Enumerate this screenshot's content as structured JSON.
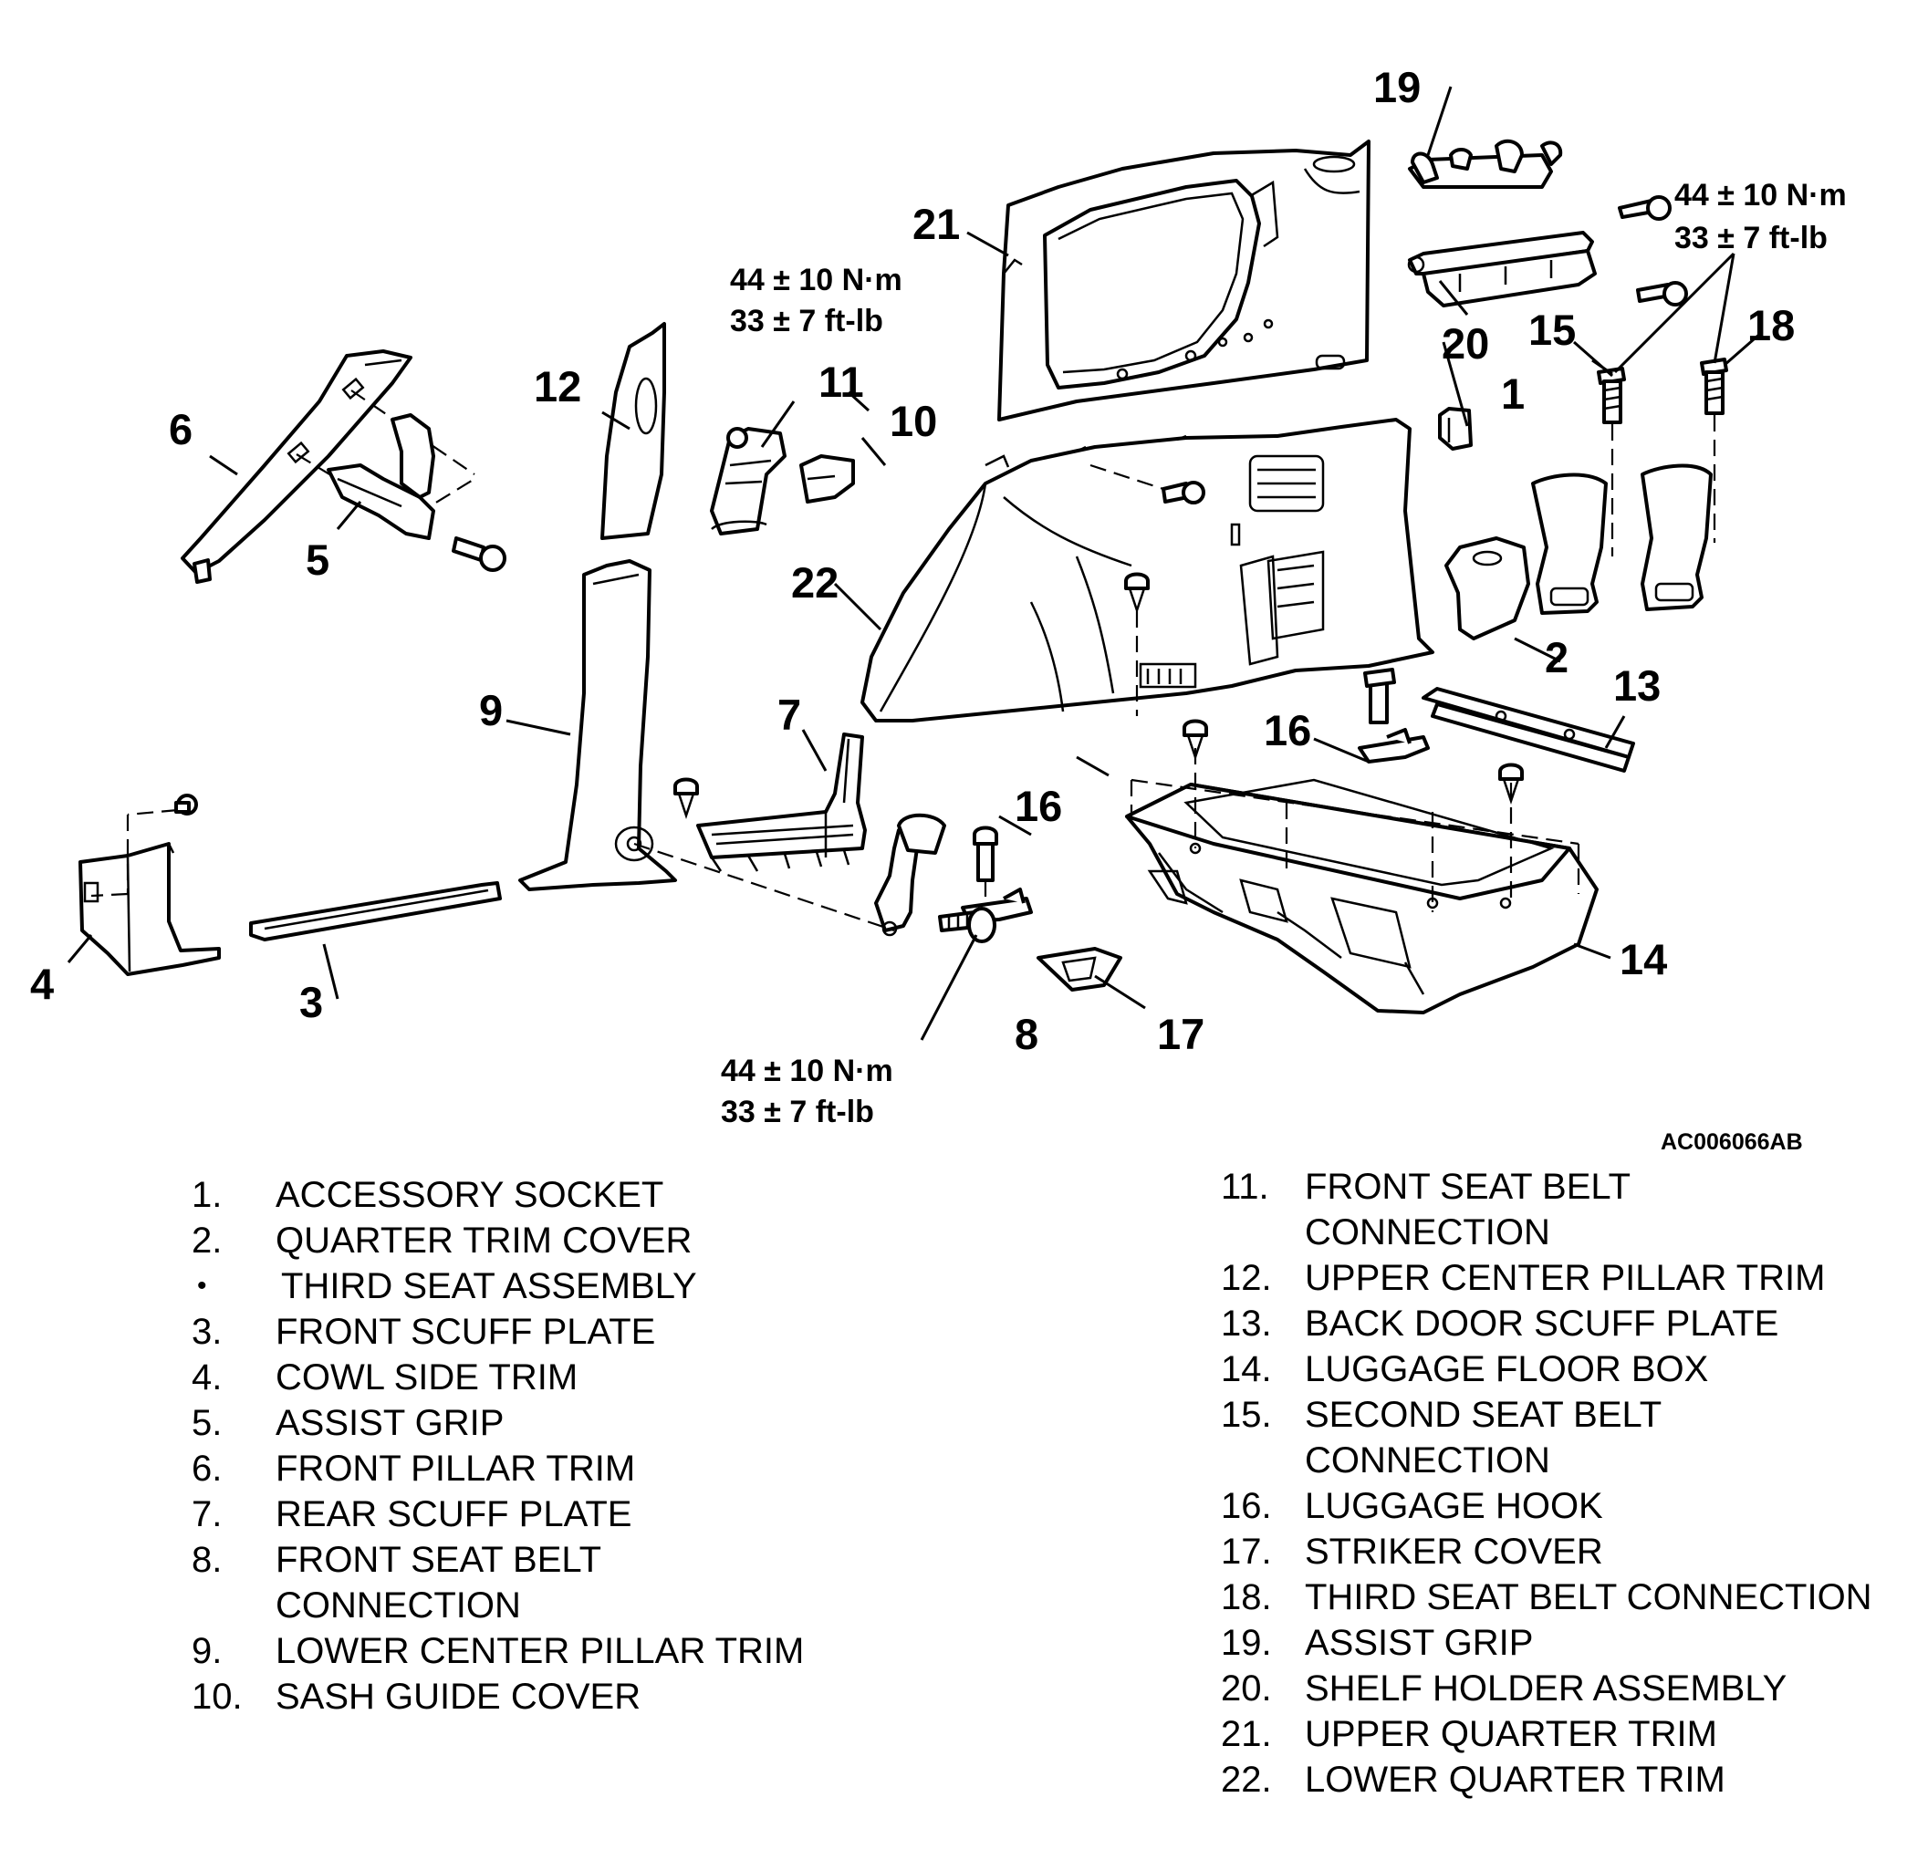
{
  "diagram": {
    "figure_code": "AC006066AB",
    "torque_spec": {
      "metric": "44 ± 10 N·m",
      "imperial": "33 ± 7 ft-lb"
    },
    "callouts": [
      "1",
      "2",
      "3",
      "4",
      "5",
      "6",
      "7",
      "8",
      "9",
      "10",
      "11",
      "12",
      "13",
      "14",
      "15",
      "16",
      "17",
      "18",
      "19",
      "20",
      "21",
      "22"
    ]
  },
  "legend_left": [
    {
      "num": "1.",
      "lines": [
        "ACCESSORY SOCKET"
      ]
    },
    {
      "num": "2.",
      "lines": [
        "QUARTER TRIM COVER"
      ]
    },
    {
      "num": "•",
      "lines": [
        "THIRD SEAT ASSEMBLY"
      ]
    },
    {
      "num": "3.",
      "lines": [
        "FRONT SCUFF PLATE"
      ]
    },
    {
      "num": "4.",
      "lines": [
        "COWL SIDE TRIM"
      ]
    },
    {
      "num": "5.",
      "lines": [
        "ASSIST GRIP"
      ]
    },
    {
      "num": "6.",
      "lines": [
        "FRONT PILLAR TRIM"
      ]
    },
    {
      "num": "7.",
      "lines": [
        "REAR SCUFF PLATE"
      ]
    },
    {
      "num": "8.",
      "lines": [
        "FRONT SEAT BELT",
        "CONNECTION"
      ]
    },
    {
      "num": "9.",
      "lines": [
        "LOWER CENTER PILLAR TRIM"
      ]
    },
    {
      "num": "10.",
      "lines": [
        "SASH GUIDE COVER"
      ]
    }
  ],
  "legend_right": [
    {
      "num": "11.",
      "lines": [
        "FRONT SEAT BELT",
        "CONNECTION"
      ]
    },
    {
      "num": "12.",
      "lines": [
        "UPPER CENTER PILLAR TRIM"
      ]
    },
    {
      "num": "13.",
      "lines": [
        "BACK DOOR SCUFF PLATE"
      ]
    },
    {
      "num": "14.",
      "lines": [
        "LUGGAGE FLOOR BOX"
      ]
    },
    {
      "num": "15.",
      "lines": [
        "SECOND SEAT BELT",
        "CONNECTION"
      ]
    },
    {
      "num": "16.",
      "lines": [
        "LUGGAGE HOOK"
      ]
    },
    {
      "num": "17.",
      "lines": [
        "STRIKER COVER"
      ]
    },
    {
      "num": "18.",
      "lines": [
        "THIRD SEAT BELT CONNECTION"
      ]
    },
    {
      "num": "19.",
      "lines": [
        "ASSIST GRIP"
      ]
    },
    {
      "num": "20.",
      "lines": [
        "SHELF HOLDER ASSEMBLY"
      ]
    },
    {
      "num": "21.",
      "lines": [
        "UPPER QUARTER TRIM"
      ]
    },
    {
      "num": "22.",
      "lines": [
        "LOWER QUARTER TRIM"
      ]
    }
  ]
}
